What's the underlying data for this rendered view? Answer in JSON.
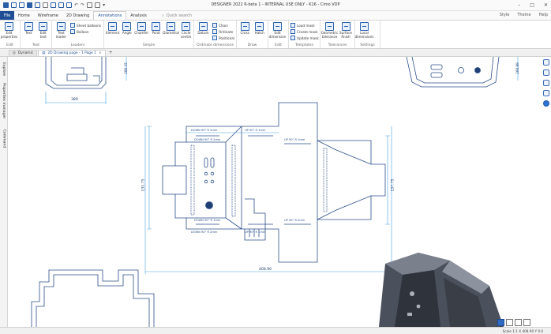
{
  "window": {
    "title": "DESIGNER 2022 R-beta 1 - INTERNAL USE ONLY - Κ16 - Cimo VDP",
    "controls": [
      "–",
      "□",
      "✕"
    ]
  },
  "menu": {
    "file": "File",
    "tabs": [
      "Home",
      "Wireframe",
      "2D Drawing",
      "Annotations",
      "Analysis"
    ],
    "active_tab": "Annotations",
    "quick_search": "Quick search",
    "right_items": [
      "Style",
      "Theme",
      "Help"
    ]
  },
  "ribbon": {
    "groups": [
      {
        "name": "Edit",
        "buttons": [
          "Edit properties"
        ]
      },
      {
        "name": "Text",
        "buttons": [
          "Text",
          "Edit text"
        ]
      },
      {
        "name": "Leaders",
        "buttons": [
          "Text leader"
        ],
        "small": [
          "Sheet balloons",
          "Balloon"
        ]
      },
      {
        "name": "Simple",
        "buttons": [
          "Element",
          "Angle",
          "Chamfer",
          "Point",
          "Diametral",
          "Circle centre"
        ]
      },
      {
        "name": "Ordinate dimensions",
        "buttons": [
          "Datum"
        ],
        "small": [
          "Chain",
          "Ordinate",
          "Positional"
        ]
      },
      {
        "name": "Draw",
        "buttons": [
          "Cross",
          "Hatch"
        ]
      },
      {
        "name": "Edit",
        "buttons": [
          "Edit dimension"
        ]
      },
      {
        "name": "Templates",
        "small": [
          "Load mask",
          "Create mask",
          "Update mask"
        ]
      },
      {
        "name": "Tolerances",
        "buttons": [
          "Geometric tolerance",
          "Surface finish"
        ]
      },
      {
        "name": "Settings",
        "buttons": [
          "Local dimensions"
        ]
      }
    ]
  },
  "doc_tabs": [
    {
      "label": "Dynamic",
      "active": false
    },
    {
      "label": "2D Drawing page - 1 Page 1",
      "active": true
    }
  ],
  "left_panel": [
    "Explore",
    "Properties manager",
    "Command"
  ],
  "drawing": {
    "dim_top_width": "389",
    "dim_overall_width": "408.90",
    "dim_height_left": "131.75",
    "dim_height_right": "137.75",
    "dim_small_right": "160.89",
    "dim_small_left": "100.15",
    "bend_labels": [
      "DOWN 90° R 2mm",
      "UP 90° R 1mm",
      "DOWN 90° R 2mm",
      "UP 90° R 1mm",
      "DOWN 90° R 1mm",
      "UP 90° R 2mm",
      "DOWN 90° R 2mm",
      "UP 90° R 1mm"
    ]
  },
  "status": {
    "text": "Scale 1:1    X 408.90  Y 0.0"
  },
  "colors": {
    "accent": "#1f4e96",
    "drawing_line": "#2b4f8a",
    "dimension_line": "#4aa3df",
    "model_face": "#3b3f48"
  }
}
